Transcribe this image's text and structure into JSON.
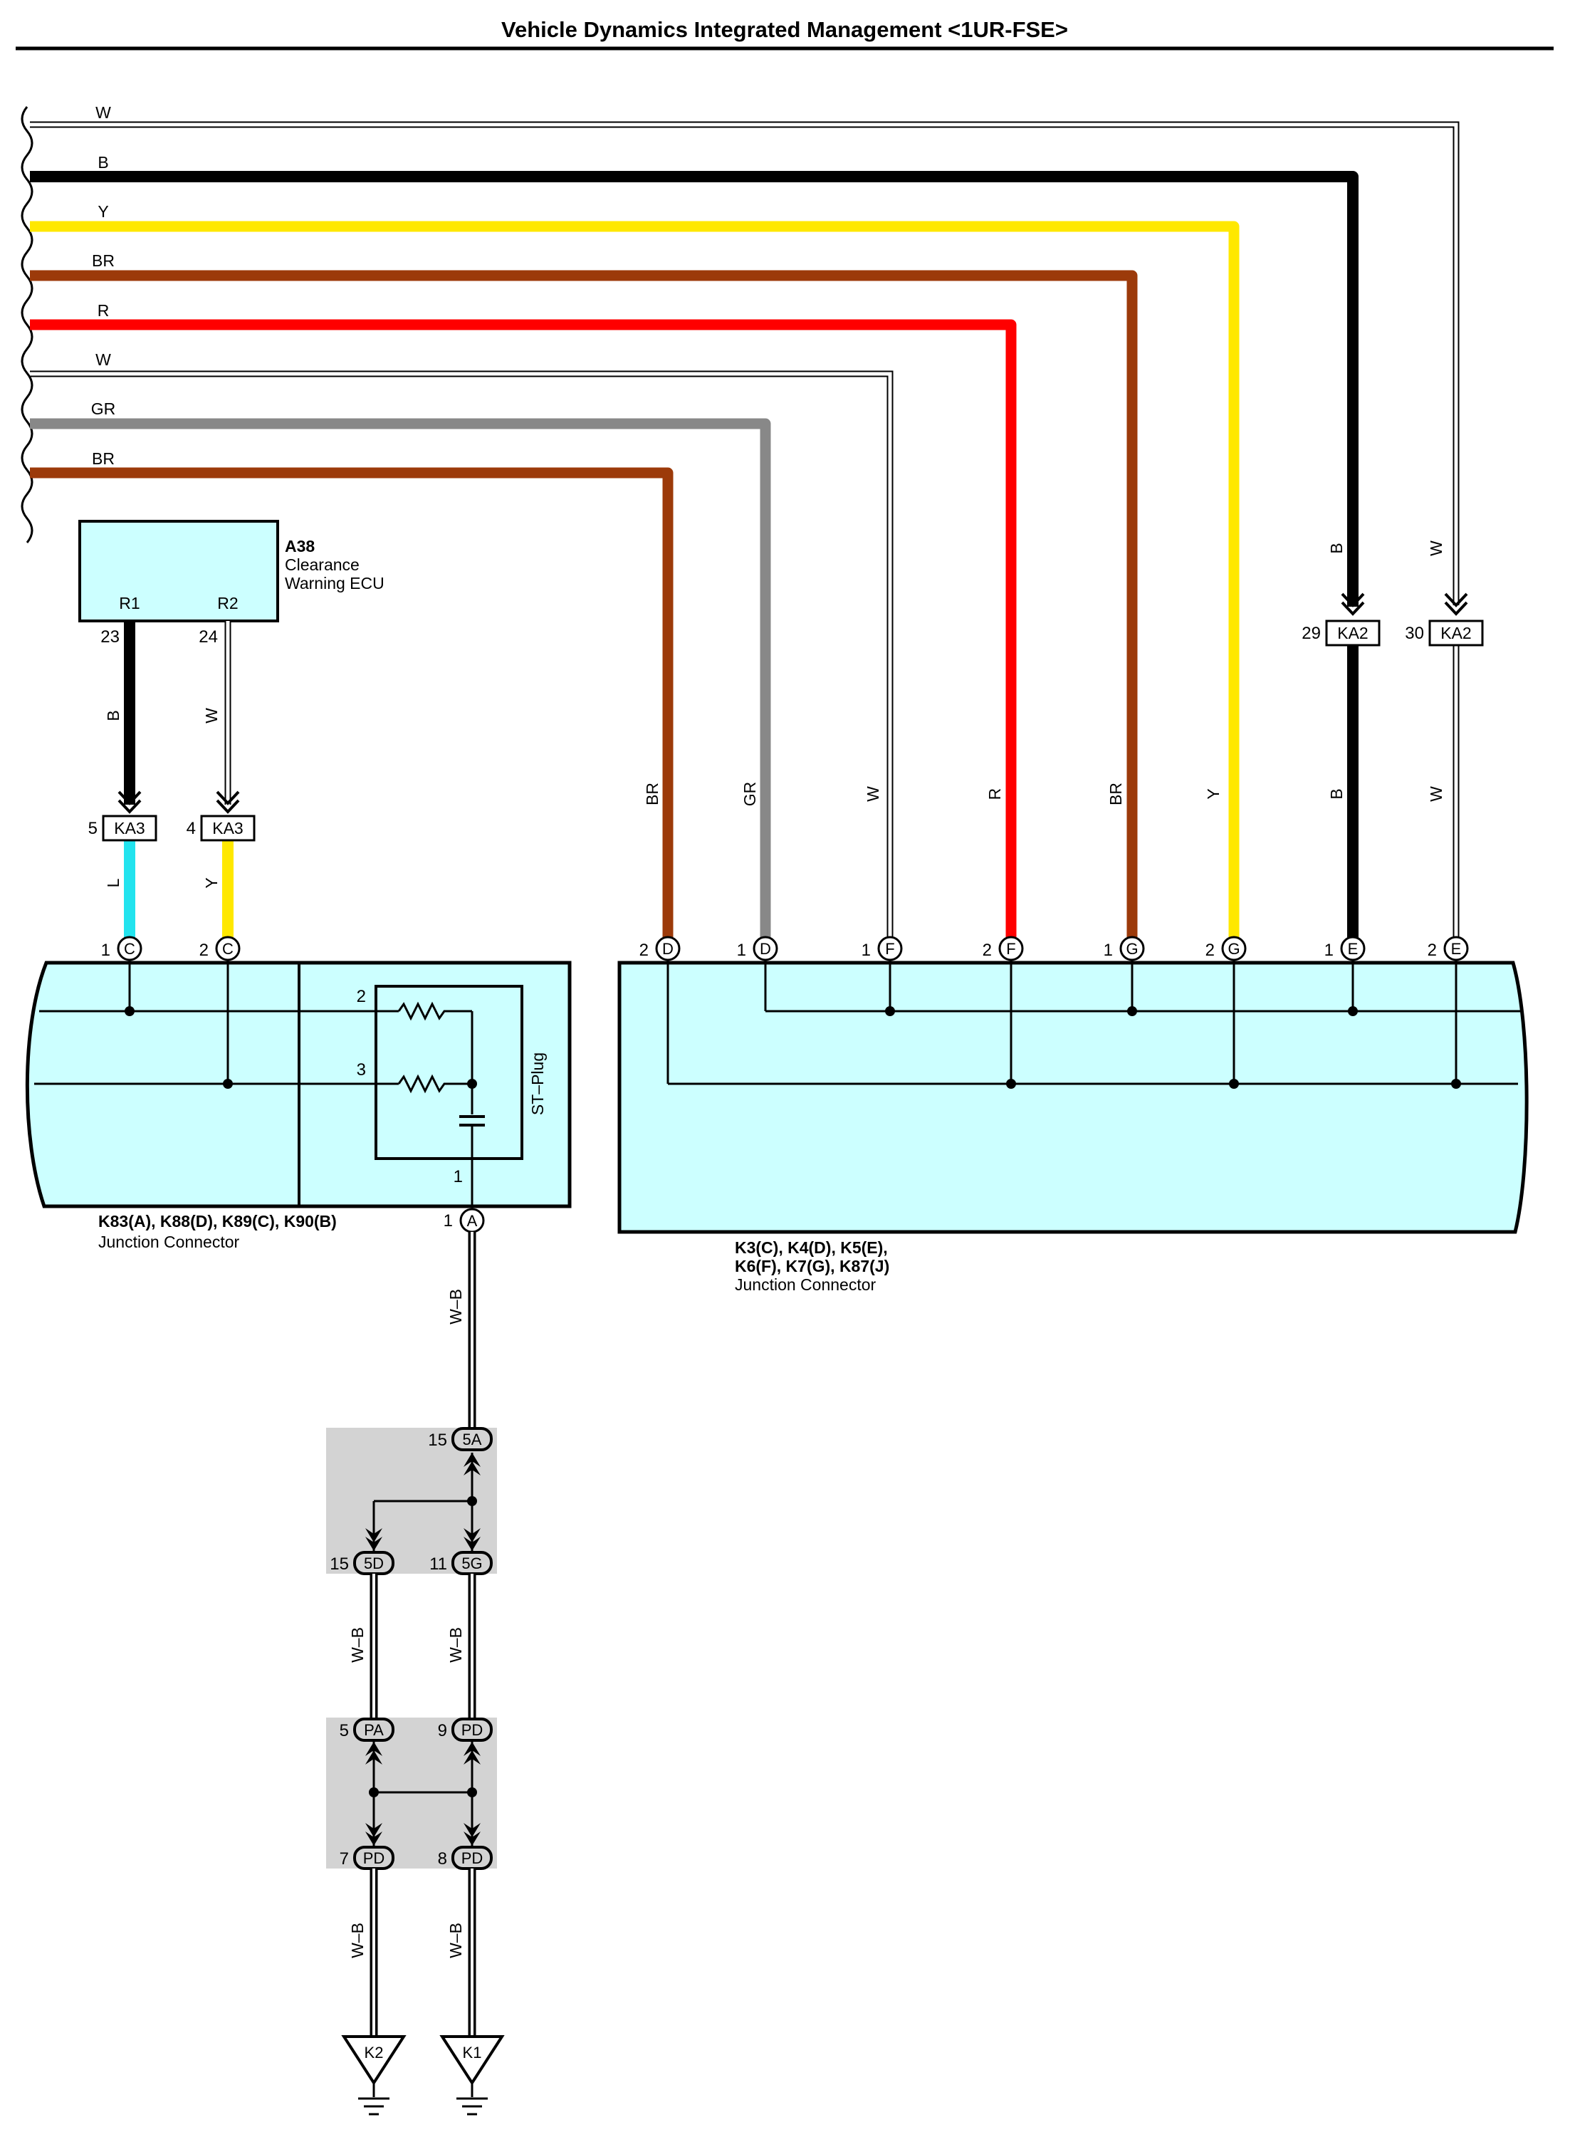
{
  "title": "Vehicle Dynamics Integrated Management <1UR-FSE>",
  "colors": {
    "W": "#ffffff",
    "B": "#000000",
    "Y": "#ffe800",
    "BR": "#9c3a0a",
    "R": "#ff0000",
    "GR": "#888888",
    "L": "#22e3ee",
    "WB": "#ffffff",
    "junction_fill": "#ccffff",
    "splice_fill": "#d3d3d3"
  },
  "bus_wires": [
    "W",
    "B",
    "Y",
    "BR",
    "R",
    "W",
    "GR",
    "BR"
  ],
  "ecu": {
    "code": "A38",
    "name_line1": "Clearance",
    "name_line2": "Warning ECU",
    "pin_r1": "R1",
    "pin_r2": "R2",
    "pin_r1_num": "23",
    "pin_r2_num": "24",
    "wire_r1": "B",
    "wire_r2": "W"
  },
  "ka3": {
    "label": "KA3",
    "pin_a": "5",
    "pin_b": "4",
    "wire_a_after": "L",
    "wire_b_after": "Y"
  },
  "ka2": {
    "label": "KA2",
    "pin_a": "29",
    "pin_b": "30",
    "wire_a": "B",
    "wire_b": "W"
  },
  "left_junction": {
    "pins": [
      {
        "num": "1",
        "letter": "C"
      },
      {
        "num": "2",
        "letter": "C"
      }
    ],
    "st_plug": "ST–Plug",
    "st_pin_top": "2",
    "st_pin_mid": "3",
    "st_pin_bot": "1",
    "out_pin_num": "1",
    "out_pin_letter": "A",
    "name_line1": "K83(A), K88(D), K89(C), K90(B)",
    "name_line2": "Junction Connector"
  },
  "right_junction": {
    "pins": [
      {
        "num": "2",
        "letter": "D",
        "wire": "BR"
      },
      {
        "num": "1",
        "letter": "D",
        "wire": "GR"
      },
      {
        "num": "1",
        "letter": "F",
        "wire": "W"
      },
      {
        "num": "2",
        "letter": "F",
        "wire": "R"
      },
      {
        "num": "1",
        "letter": "G",
        "wire": "BR"
      },
      {
        "num": "2",
        "letter": "G",
        "wire": "Y"
      },
      {
        "num": "1",
        "letter": "E",
        "wire": "B"
      },
      {
        "num": "2",
        "letter": "E",
        "wire": "W"
      }
    ],
    "name_line1": "K3(C), K4(D), K5(E),",
    "name_line2": "K6(F), K7(G), K87(J)",
    "name_line3": "Junction Connector"
  },
  "ground_wire": "W–B",
  "splice1": {
    "top_num": "15",
    "top_label": "5A",
    "left_num": "15",
    "left_label": "5D",
    "right_num": "11",
    "right_label": "5G"
  },
  "splice2": {
    "tl_num": "5",
    "tl_label": "PA",
    "tr_num": "9",
    "tr_label": "PD",
    "bl_num": "7",
    "bl_label": "PD",
    "br_num": "8",
    "br_label": "PD"
  },
  "grounds": [
    "K2",
    "K1"
  ]
}
